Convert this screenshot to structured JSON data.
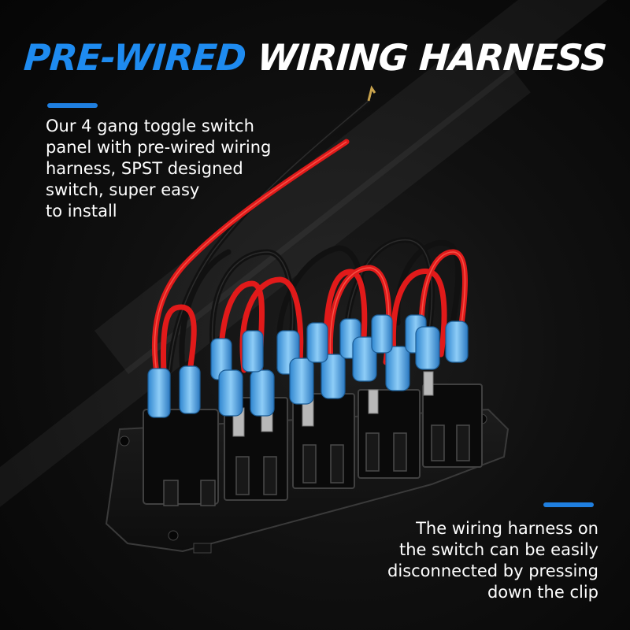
{
  "title": {
    "part1": "PRE-WIRED ",
    "part2": "WIRING HARNESS"
  },
  "left_text": {
    "lines": [
      "Our 4 gang toggle switch",
      "panel with pre-wired wiring",
      "harness, SPST designed",
      "switch, super easy",
      "to install"
    ]
  },
  "right_text": {
    "lines": [
      "The wiring harness on",
      "the switch can be easily",
      "disconnected by pressing",
      "down the clip"
    ]
  },
  "colors": {
    "accent": "#1f7fe0",
    "title_blue": "#1e8bf0",
    "background": "#0b0b0b",
    "wire_red": "#e11a1a",
    "connector_blue": "#4aa8e8"
  }
}
